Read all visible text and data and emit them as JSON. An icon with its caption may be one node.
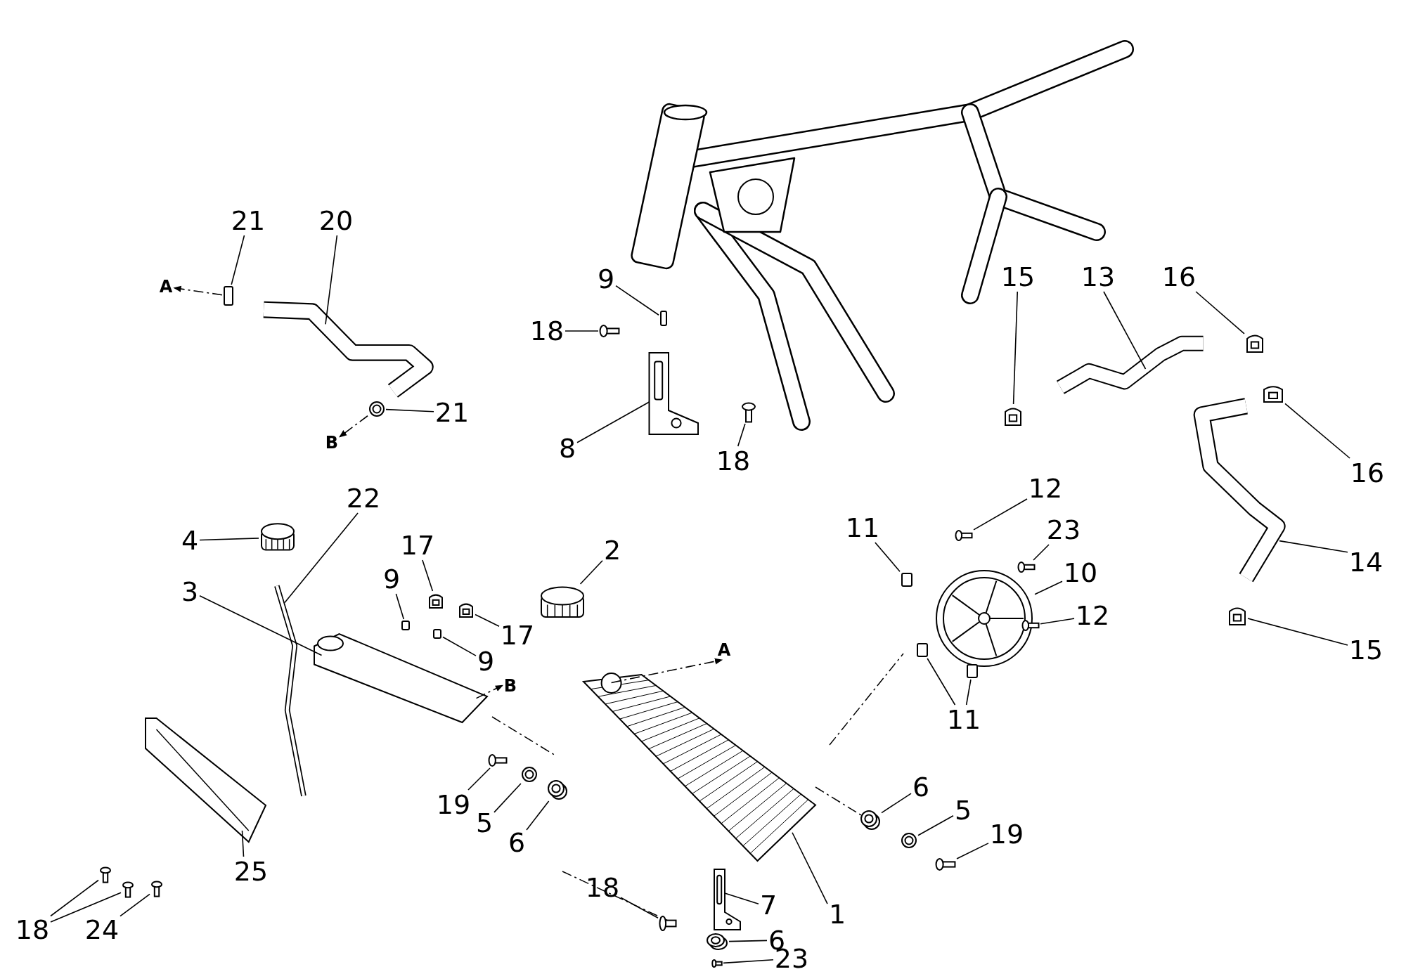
{
  "diagram": {
    "nodes": [
      {
        "text": [
          "21"
        ]
      },
      {
        "text": [],
        "shape": "box"
      },
      {
        "text": [
          "20"
        ]
      },
      {
        "text": [],
        "shape": "picture"
      },
      {
        "text": [
          "21"
        ]
      },
      {
        "text": [],
        "shape": "picture"
      },
      {
        "text": [
          "A"
        ]
      },
      {
        "text": [
          "B"
        ]
      },
      {
        "text": [
          "9"
        ]
      },
      {
        "text": [],
        "shape": "box"
      },
      {
        "text": [
          "18"
        ]
      },
      {
        "text": [],
        "shape": "picture"
      },
      {
        "text": [
          "8"
        ]
      },
      {
        "text": [],
        "shape": "picture"
      },
      {
        "text": [
          "18"
        ]
      },
      {
        "text": [],
        "shape": "picture"
      },
      {
        "text": [
          "15"
        ]
      },
      {
        "text": [],
        "shape": "picture"
      },
      {
        "text": [
          "13"
        ]
      },
      {
        "text": [],
        "shape": "picture"
      },
      {
        "text": [
          "16"
        ]
      },
      {
        "text": [],
        "shape": "picture"
      },
      {
        "text": [
          "16"
        ]
      },
      {
        "text": [],
        "shape": "picture"
      },
      {
        "text": [
          "14"
        ]
      },
      {
        "text": [],
        "shape": "picture"
      },
      {
        "text": [
          "15"
        ]
      },
      {
        "text": [],
        "shape": "picture"
      },
      {
        "text": [
          "12"
        ]
      },
      {
        "text": [],
        "shape": "picture"
      },
      {
        "text": [
          "11"
        ]
      },
      {
        "text": [],
        "shape": "box"
      },
      {
        "text": [
          "23"
        ]
      },
      {
        "text": [],
        "shape": "picture"
      },
      {
        "text": [
          "10"
        ]
      },
      {
        "text": [],
        "shape": "picture"
      },
      {
        "text": [
          "12"
        ]
      },
      {
        "text": [],
        "shape": "picture"
      },
      {
        "text": [
          "11"
        ]
      },
      {
        "text": [],
        "shape": "box"
      },
      {
        "text": [],
        "shape": "box"
      },
      {
        "text": [
          "22"
        ]
      },
      {
        "text": [],
        "shape": "picture"
      },
      {
        "text": [
          "4"
        ]
      },
      {
        "text": [],
        "shape": "picture"
      },
      {
        "text": [
          "3"
        ]
      },
      {
        "text": [],
        "shape": "picture"
      },
      {
        "text": [
          "17"
        ]
      },
      {
        "text": [],
        "shape": "picture"
      },
      {
        "text": [
          "9"
        ]
      },
      {
        "text": [],
        "shape": "box"
      },
      {
        "text": [
          "17"
        ]
      },
      {
        "text": [],
        "shape": "picture"
      },
      {
        "text": [
          "9"
        ]
      },
      {
        "text": [],
        "shape": "box"
      },
      {
        "text": [
          "2"
        ]
      },
      {
        "text": [],
        "shape": "picture"
      },
      {
        "text": [
          "A"
        ]
      },
      {
        "text": [
          "B"
        ]
      },
      {
        "text": [],
        "shape": "picture"
      },
      {
        "text": [
          "19"
        ]
      },
      {
        "text": [],
        "shape": "picture"
      },
      {
        "text": [
          "5"
        ]
      },
      {
        "text": [],
        "shape": "picture"
      },
      {
        "text": [
          "6"
        ]
      },
      {
        "text": [],
        "shape": "picture"
      },
      {
        "text": [
          "6"
        ]
      },
      {
        "text": [],
        "shape": "picture"
      },
      {
        "text": [
          "5"
        ]
      },
      {
        "text": [],
        "shape": "picture"
      },
      {
        "text": [
          "19"
        ]
      },
      {
        "text": [],
        "shape": "picture"
      },
      {
        "text": [
          "25"
        ]
      },
      {
        "text": [],
        "shape": "picture"
      },
      {
        "text": [
          "18"
        ]
      },
      {
        "text": [],
        "shape": "picture"
      },
      {
        "text": [],
        "shape": "picture"
      },
      {
        "text": [
          "24"
        ]
      },
      {
        "text": [],
        "shape": "picture"
      },
      {
        "text": [
          "18"
        ]
      },
      {
        "text": [],
        "shape": "picture"
      },
      {
        "text": [
          "7"
        ]
      },
      {
        "text": [],
        "shape": "picture"
      },
      {
        "text": [
          "1"
        ]
      },
      {
        "text": [
          "6"
        ]
      },
      {
        "text": [],
        "shape": "picture"
      },
      {
        "text": [
          "23"
        ]
      },
      {
        "text": [],
        "shape": "picture"
      }
    ],
    "edges": [
      {
        "from": 0,
        "to": 1,
        "arrow": "none"
      },
      {
        "from": 2,
        "to": 3,
        "arrow": "none"
      },
      {
        "from": 4,
        "to": 5,
        "arrow": "none"
      },
      {
        "from": 1,
        "to": 6,
        "arrow": "to",
        "style": "dashed"
      },
      {
        "from": 5,
        "to": 7,
        "arrow": "to",
        "style": "dashed"
      },
      {
        "from": 8,
        "to": 9,
        "arrow": "none"
      },
      {
        "from": 10,
        "to": 11,
        "arrow": "none"
      },
      {
        "from": 12,
        "to": 13,
        "arrow": "none"
      },
      {
        "from": 14,
        "to": 15,
        "arrow": "none"
      },
      {
        "from": 16,
        "to": 17,
        "arrow": "none"
      },
      {
        "from": 18,
        "to": 19,
        "arrow": "none"
      },
      {
        "from": 20,
        "to": 21,
        "arrow": "none"
      },
      {
        "from": 22,
        "to": 23,
        "arrow": "none"
      },
      {
        "from": 24,
        "to": 25,
        "arrow": "none"
      },
      {
        "from": 26,
        "to": 27,
        "arrow": "none"
      },
      {
        "from": 28,
        "to": 29,
        "arrow": "none"
      },
      {
        "from": 30,
        "to": 31,
        "arrow": "none"
      },
      {
        "from": 32,
        "to": 33,
        "arrow": "none"
      },
      {
        "from": 34,
        "to": 35,
        "arrow": "none"
      },
      {
        "from": 36,
        "to": 37,
        "arrow": "none"
      },
      {
        "from": 38,
        "to": 39,
        "arrow": "none"
      },
      {
        "from": 38,
        "to": 40,
        "arrow": "none"
      },
      {
        "from": 41,
        "to": 42,
        "arrow": "none"
      },
      {
        "from": 43,
        "to": 44,
        "arrow": "none"
      },
      {
        "from": 45,
        "to": 46,
        "arrow": "none"
      },
      {
        "from": 47,
        "to": 48,
        "arrow": "none"
      },
      {
        "from": 49,
        "to": 50,
        "arrow": "none"
      },
      {
        "from": 51,
        "to": 52,
        "arrow": "none"
      },
      {
        "from": 53,
        "to": 54,
        "arrow": "none"
      },
      {
        "from": 55,
        "to": 56,
        "arrow": "none"
      },
      {
        "from": 59,
        "to": 57,
        "arrow": "to",
        "style": "dashed"
      },
      {
        "from": 46,
        "to": 58,
        "arrow": "to",
        "style": "dashed"
      },
      {
        "from": 60,
        "to": 61,
        "arrow": "none"
      },
      {
        "from": 62,
        "to": 63,
        "arrow": "none"
      },
      {
        "from": 64,
        "to": 65,
        "arrow": "none"
      },
      {
        "from": 66,
        "to": 67,
        "arrow": "none"
      },
      {
        "from": 68,
        "to": 69,
        "arrow": "none"
      },
      {
        "from": 70,
        "to": 71,
        "arrow": "none"
      },
      {
        "from": 72,
        "to": 73,
        "arrow": "none"
      },
      {
        "from": 74,
        "to": 75,
        "arrow": "none"
      },
      {
        "from": 74,
        "to": 76,
        "arrow": "none"
      },
      {
        "from": 77,
        "to": 78,
        "arrow": "none"
      },
      {
        "from": 79,
        "to": 80,
        "arrow": "none"
      },
      {
        "from": 81,
        "to": 82,
        "arrow": "none"
      },
      {
        "from": 83,
        "to": 59,
        "arrow": "none"
      },
      {
        "from": 84,
        "to": 85,
        "arrow": "none"
      },
      {
        "from": 86,
        "to": 87,
        "arrow": "none"
      }
    ]
  }
}
